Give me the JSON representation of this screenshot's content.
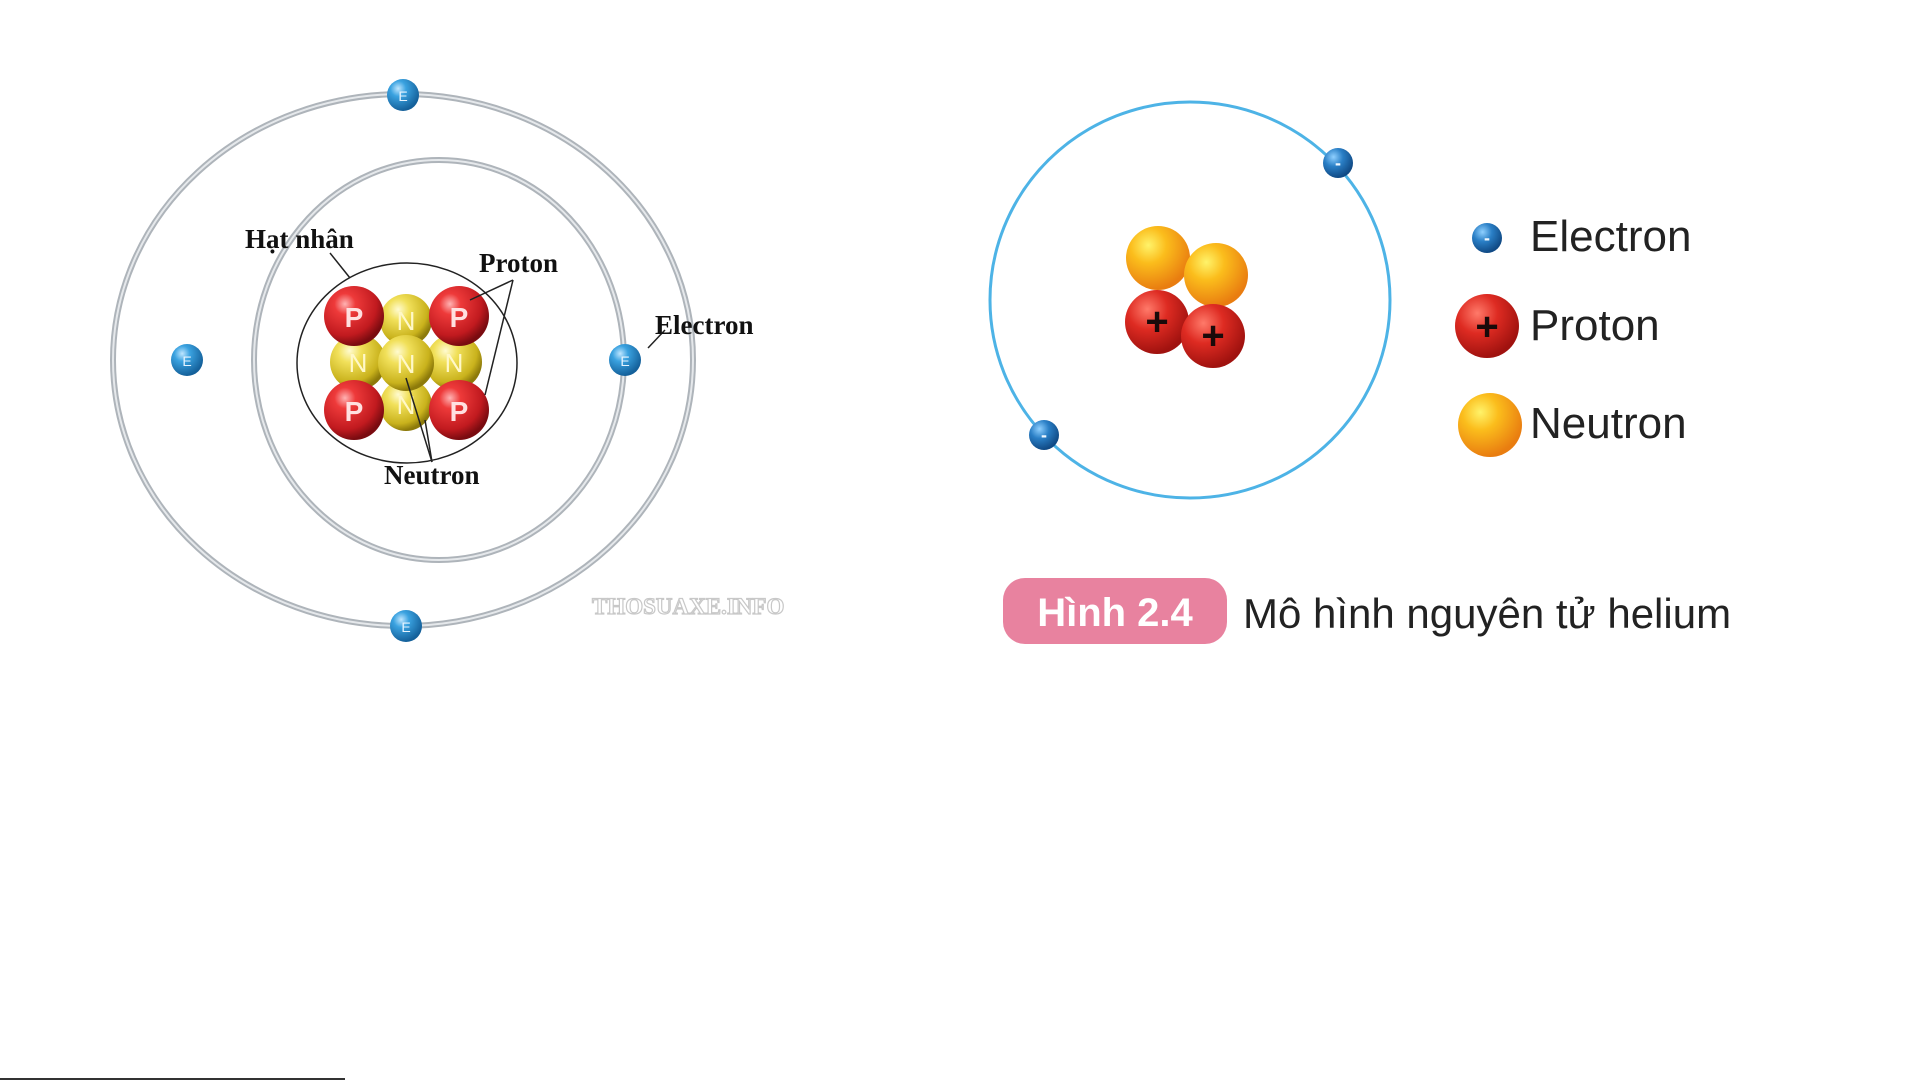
{
  "left_diagram": {
    "labels": {
      "nucleus": "Hạt nhân",
      "proton": "Proton",
      "electron": "Electron",
      "neutron": "Neutron"
    },
    "electron_symbol": "E",
    "proton_symbol": "P",
    "neutron_symbol": "N",
    "watermark": "THOSUAXE.INFO",
    "colors": {
      "orbit": "#b9bec4",
      "proton": "#d61f26",
      "neutron": "#e6d23a",
      "electron": "#2a8fd0"
    }
  },
  "right_diagram": {
    "legend": [
      {
        "label": "Electron",
        "icon": "electron-icon",
        "symbol": "-"
      },
      {
        "label": "Proton",
        "icon": "proton-icon",
        "symbol": "+"
      },
      {
        "label": "Neutron",
        "icon": "neutron-icon",
        "symbol": ""
      }
    ],
    "proton_symbol": "+",
    "electron_symbol": "-",
    "caption": {
      "badge": "Hình 2.4",
      "text": "Mô hình nguyên tử helium"
    },
    "colors": {
      "orbit": "#4db3e6",
      "badge_bg": "#e8829f",
      "proton": "#d92a25",
      "neutron": "#f6a81e",
      "electron": "#1f6db5"
    }
  }
}
